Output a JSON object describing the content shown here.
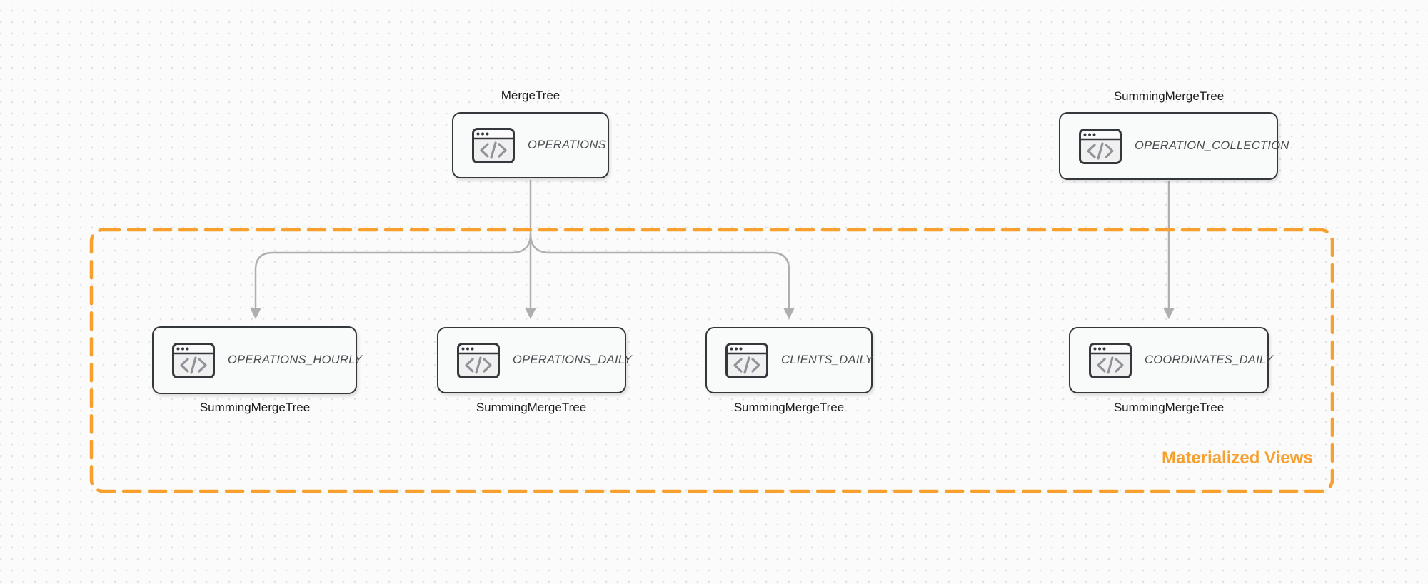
{
  "diagram": {
    "group": {
      "label": "Materialized Views"
    },
    "nodes": [
      {
        "caption": "MergeTree",
        "caption_position": "above",
        "name": "OPERATIONS"
      },
      {
        "caption": "SummingMergeTree",
        "caption_position": "above",
        "name": "OPERATION_COLLECTION"
      },
      {
        "caption": "SummingMergeTree",
        "caption_position": "below",
        "name": "OPERATIONS_HOURLY"
      },
      {
        "caption": "SummingMergeTree",
        "caption_position": "below",
        "name": "OPERATIONS_DAILY"
      },
      {
        "caption": "SummingMergeTree",
        "caption_position": "below",
        "name": "CLIENTS_DAILY"
      },
      {
        "caption": "SummingMergeTree",
        "caption_position": "below",
        "name": "COORDINATES_DAILY"
      }
    ],
    "edges": [
      {
        "from": "OPERATIONS",
        "to": "OPERATIONS_HOURLY"
      },
      {
        "from": "OPERATIONS",
        "to": "OPERATIONS_DAILY"
      },
      {
        "from": "OPERATIONS",
        "to": "CLIENTS_DAILY"
      },
      {
        "from": "OPERATION_COLLECTION",
        "to": "COORDINATES_DAILY"
      }
    ],
    "icons": {
      "node_icon": "code-window-icon"
    },
    "colors": {
      "accent_orange": "#F7A02E",
      "edge_gray": "#AFAFAF",
      "node_border": "#34373C",
      "node_fill": "#F9FAFA",
      "background": "#FBFBFB"
    }
  }
}
